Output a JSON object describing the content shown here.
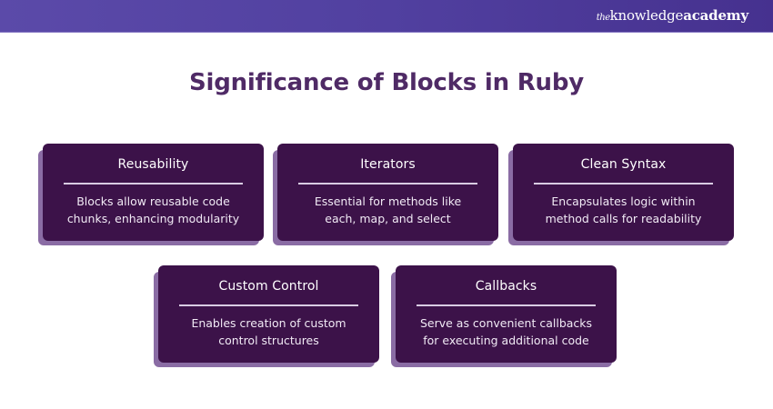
{
  "header": {
    "brand": {
      "prefix": "the",
      "main": "knowledge",
      "suffix": "academy"
    }
  },
  "title": "Significance of Blocks in Ruby",
  "cards": [
    {
      "title": "Reusability",
      "lines": [
        "Blocks allow reusable code",
        "chunks, enhancing modularity"
      ]
    },
    {
      "title": "Iterators",
      "lines": [
        "Essential for methods like",
        "each, map, and select"
      ]
    },
    {
      "title": "Clean Syntax",
      "lines": [
        "Encapsulates logic within",
        "method calls for readability"
      ]
    },
    {
      "title": "Custom Control",
      "lines": [
        "Enables creation of custom",
        "control structures"
      ]
    },
    {
      "title": "Callbacks",
      "lines": [
        "Serve as convenient callbacks",
        "for executing additional code"
      ]
    }
  ],
  "colors": {
    "header_left": "#5b4aa9",
    "header_right": "#46318f",
    "title": "#4f2a66",
    "card_bg": "#3c1249",
    "card_shadow": "#8a6ca4",
    "divider": "#d9cce3"
  }
}
